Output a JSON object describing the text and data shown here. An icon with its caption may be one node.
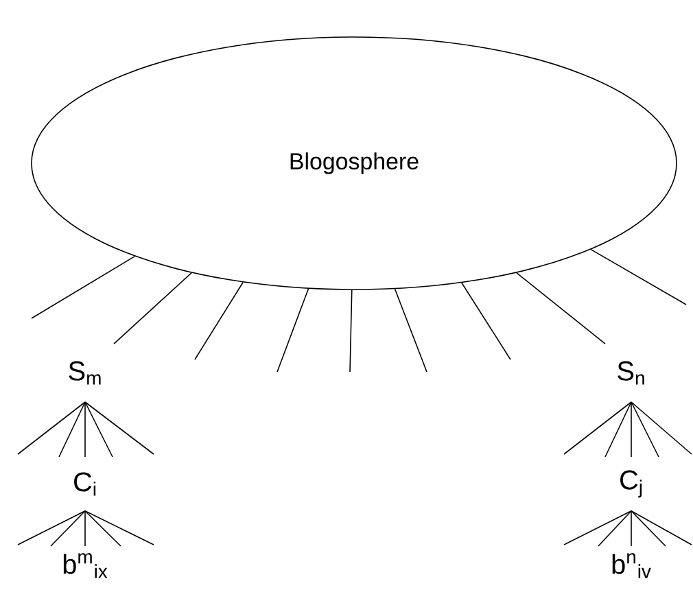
{
  "diagram": {
    "nodes": [
      {
        "text": [
          "Blogosphere"
        ]
      },
      {
        "text": [
          "S$_{m}$"
        ]
      },
      {
        "text": [
          "C$_{i}$"
        ]
      },
      {
        "text": [
          "b$^{m}$$_{ix}$"
        ]
      },
      {
        "text": [
          "S$_{n}$"
        ]
      },
      {
        "text": [
          "C$_{j}$"
        ]
      },
      {
        "text": [
          "b$^{n}$$_{iv}$"
        ]
      }
    ],
    "edges": [
      {
        "from": 0,
        "to": null,
        "arrow": "none"
      },
      {
        "from": 0,
        "to": 1,
        "arrow": "none"
      },
      {
        "from": 0,
        "to": null,
        "arrow": "none"
      },
      {
        "from": 0,
        "to": null,
        "arrow": "none"
      },
      {
        "from": 0,
        "to": null,
        "arrow": "none"
      },
      {
        "from": 0,
        "to": null,
        "arrow": "none"
      },
      {
        "from": 0,
        "to": null,
        "arrow": "none"
      },
      {
        "from": 0,
        "to": 4,
        "arrow": "none"
      },
      {
        "from": 0,
        "to": null,
        "arrow": "none"
      },
      {
        "from": 1,
        "to": null,
        "arrow": "none"
      },
      {
        "from": 1,
        "to": 2,
        "arrow": "none"
      },
      {
        "from": 1,
        "to": 2,
        "arrow": "none"
      },
      {
        "from": 1,
        "to": 2,
        "arrow": "none"
      },
      {
        "from": 1,
        "to": null,
        "arrow": "none"
      },
      {
        "from": 2,
        "to": null,
        "arrow": "none"
      },
      {
        "from": 2,
        "to": 3,
        "arrow": "none"
      },
      {
        "from": 2,
        "to": 3,
        "arrow": "none"
      },
      {
        "from": 2,
        "to": 3,
        "arrow": "none"
      },
      {
        "from": 2,
        "to": null,
        "arrow": "none"
      },
      {
        "from": 4,
        "to": null,
        "arrow": "none"
      },
      {
        "from": 4,
        "to": 5,
        "arrow": "none"
      },
      {
        "from": 4,
        "to": 5,
        "arrow": "none"
      },
      {
        "from": 4,
        "to": 5,
        "arrow": "none"
      },
      {
        "from": 4,
        "to": null,
        "arrow": "none"
      },
      {
        "from": 5,
        "to": null,
        "arrow": "none"
      },
      {
        "from": 5,
        "to": 6,
        "arrow": "none"
      },
      {
        "from": 5,
        "to": 6,
        "arrow": "none"
      },
      {
        "from": 5,
        "to": 6,
        "arrow": "none"
      },
      {
        "from": 5,
        "to": null,
        "arrow": "none"
      }
    ]
  }
}
